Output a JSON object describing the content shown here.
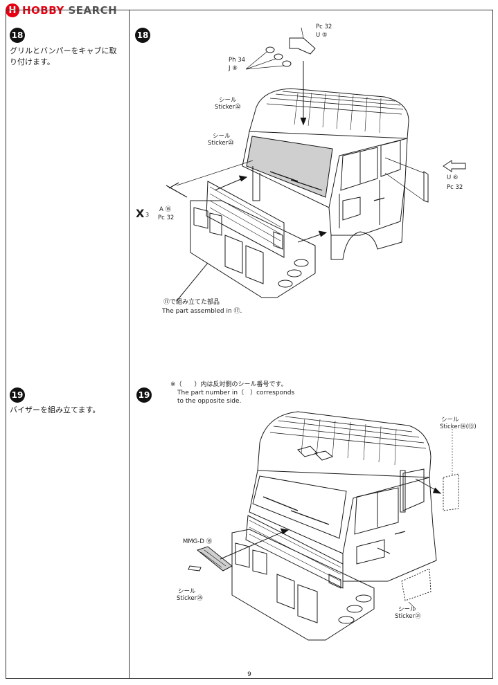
{
  "header": {
    "logo_mark": "H",
    "logo_text_1": "HOBBY",
    "logo_text_2": "SEARCH"
  },
  "steps": [
    {
      "number": "18",
      "instruction": "グリルとバンパーをキャブに取り付けます。",
      "labels": {
        "pc32_top": "Pc 32",
        "u5": "U ⑤",
        "ph34": "Ph 34",
        "j8": "J ⑧",
        "sticker32_jp": "シール",
        "sticker32_en": "Sticker㉜",
        "sticker23_jp": "シール",
        "sticker23_en": "Sticker㉓",
        "u6": "U ⑥",
        "pc32_right": "Pc 32",
        "a16": "A ⑯",
        "pc32_left": "Pc 32",
        "x_mark": "X",
        "x_count": "3",
        "assembled_jp": "⑰で組み立てた部品",
        "assembled_en": "The part assembled in ⑰."
      }
    },
    {
      "number": "19",
      "instruction": "バイザーを組み立てます。",
      "note_jp": "※（　　）内は反対側のシール番号です。",
      "note_en_1": "The part number in（　）corresponds",
      "note_en_2": "to the opposite side.",
      "labels": {
        "sticker14_jp": "シール",
        "sticker14_en": "Sticker⑭(⑬)",
        "mmgd16": "MMG-D ⑯",
        "sticker25_jp": "シール",
        "sticker25_en": "Sticker㉕",
        "sticker21_jp": "シール",
        "sticker21_en": "Sticker㉑"
      }
    }
  ],
  "page_number": "9"
}
